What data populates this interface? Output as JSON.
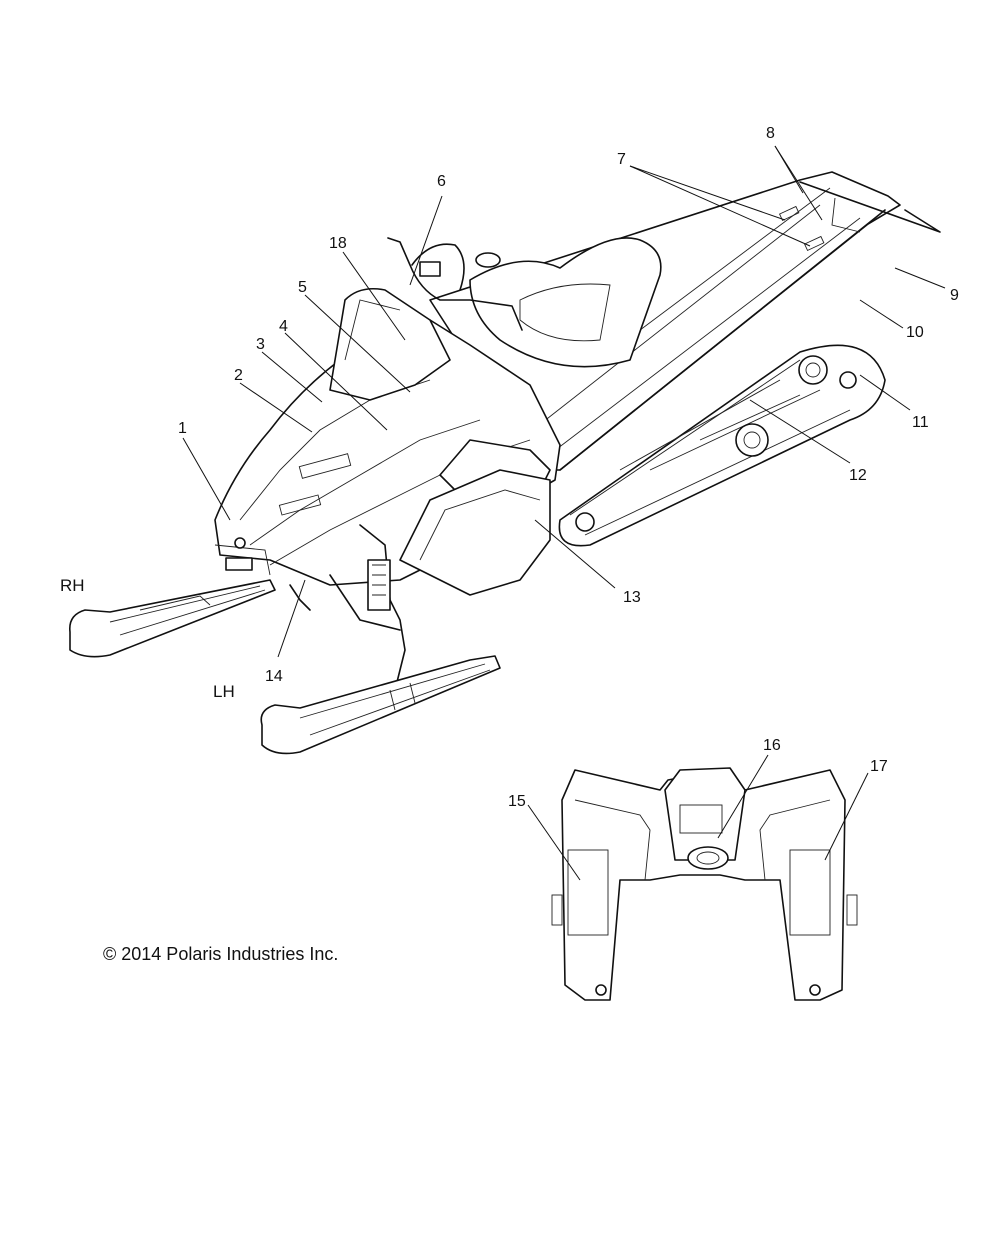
{
  "callouts": [
    "1",
    "2",
    "3",
    "4",
    "5",
    "6",
    "7",
    "8",
    "9",
    "10",
    "11",
    "12",
    "13",
    "14",
    "15",
    "16",
    "17",
    "18"
  ],
  "sides": {
    "right": "RH",
    "left": "LH"
  },
  "copyright": "© 2014 Polaris Industries Inc."
}
